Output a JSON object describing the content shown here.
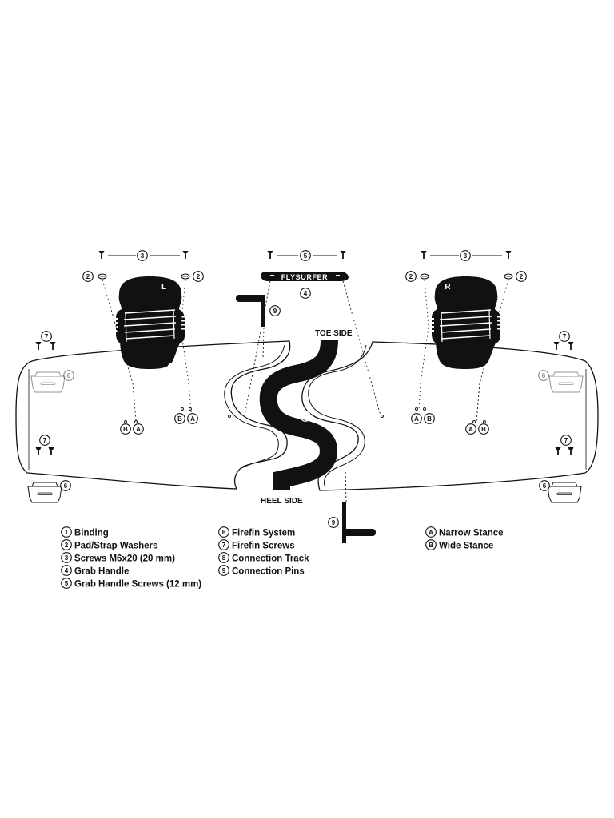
{
  "brand": "FLYSURFER",
  "bindings": {
    "left_letter": "L",
    "right_letter": "R"
  },
  "side_labels": {
    "toe": "TOE SIDE",
    "heel": "HEEL SIDE"
  },
  "markers": {
    "binding": "1",
    "washers": "2",
    "screws_m6": "3",
    "grab_handle": "4",
    "handle_screws": "5",
    "firefin_system": "6",
    "firefin_screws": "7",
    "connection_track": "8",
    "connection_pins": "9",
    "narrow": "A",
    "wide": "B"
  },
  "legend": {
    "col1": [
      {
        "key": "1",
        "text": "Binding"
      },
      {
        "key": "2",
        "text": "Pad/Strap Washers"
      },
      {
        "key": "3",
        "text": "Screws M6x20 (20 mm)"
      },
      {
        "key": "4",
        "text": "Grab Handle"
      },
      {
        "key": "5",
        "text": "Grab Handle Screws (12 mm)"
      }
    ],
    "col2": [
      {
        "key": "6",
        "text": "Firefin System"
      },
      {
        "key": "7",
        "text": "Firefin Screws"
      },
      {
        "key": "8",
        "text": "Connection Track"
      },
      {
        "key": "9",
        "text": "Connection Pins"
      }
    ],
    "col3": [
      {
        "key": "A",
        "text": "Narrow Stance"
      },
      {
        "key": "B",
        "text": "Wide Stance"
      }
    ]
  }
}
